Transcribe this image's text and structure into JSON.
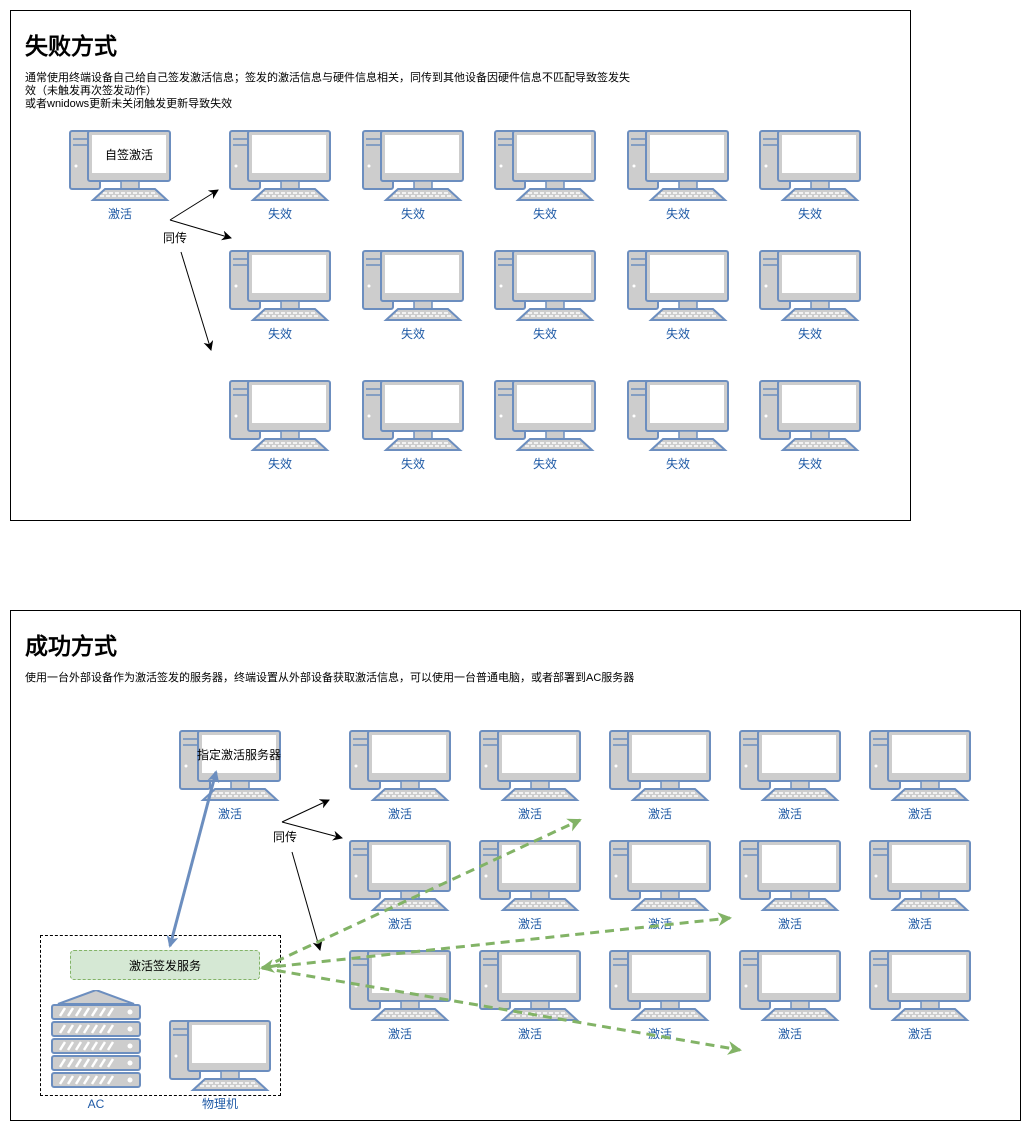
{
  "fail": {
    "title": "失败方式",
    "description": "通常使用终端设备自己给自己签发激活信息；签发的激活信息与硬件信息相关，同传到其他设备因硬件信息不匹配导致签发失\n效（未触发再次签发动作）\n或者wnidows更新未关闭触发更新导致失效",
    "source_pc": {
      "screen_text": "自签激活",
      "label": "激活"
    },
    "arrow_label": "同传",
    "target_label": "失效"
  },
  "success": {
    "title": "成功方式",
    "description": "使用一台外部设备作为激活签发的服务器，终端设置从外部设备获取激活信息，可以使用一台普通电脑，或者部署到AC服务器",
    "server_pc": {
      "screen_text": "指定激活服务器",
      "label": "激活"
    },
    "arrow_label": "同传",
    "target_label": "激活",
    "service_label": "激活签发服务",
    "ac_label": "AC",
    "physical_label": "物理机"
  },
  "colors": {
    "device_fill": "#cdcdcd",
    "device_stroke": "#6c8ebf",
    "label_blue": "#1f5aa6",
    "service_fill": "#d5e8d4",
    "dashed_green": "#82b366",
    "link_blue": "#6c8ebf"
  },
  "icons": [
    "desktop-computer-icon",
    "server-rack-icon"
  ]
}
